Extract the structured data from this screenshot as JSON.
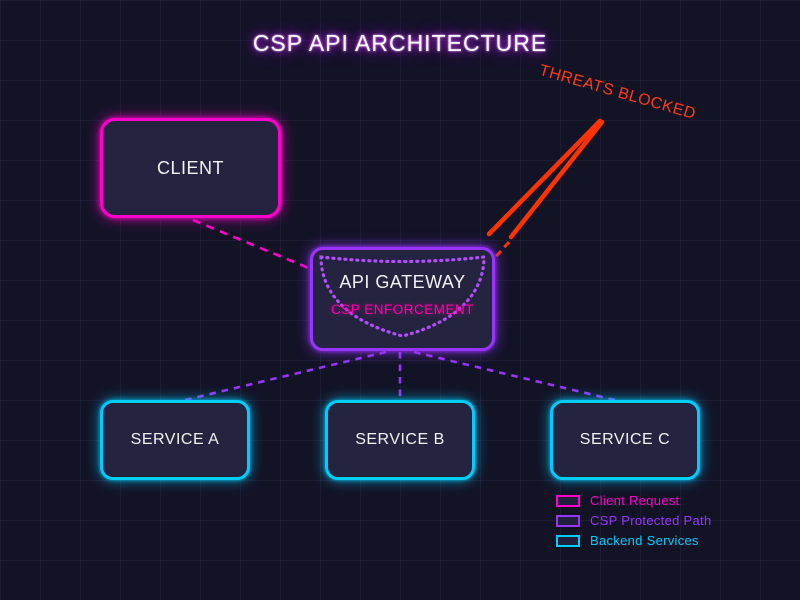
{
  "title": "CSP API ARCHITECTURE",
  "colors": {
    "background": "#131326",
    "grid_line": "#1e1e38",
    "node_fill": "#242440",
    "client_accent": "#ff00cc",
    "gateway_accent": "#9933ff",
    "service_accent": "#00ccff",
    "threat_accent": "#ff3300",
    "node_text": "#f2f2f2",
    "gateway_subtext": "#ff00aa"
  },
  "nodes": {
    "client": {
      "label": "CLIENT"
    },
    "gateway": {
      "label": "API GATEWAY",
      "sublabel": "CSP ENFORCEMENT"
    },
    "service_a": {
      "label": "SERVICE A"
    },
    "service_b": {
      "label": "SERVICE B"
    },
    "service_c": {
      "label": "SERVICE C"
    }
  },
  "edges": [
    {
      "from": "client",
      "to": "gateway",
      "style": "dashed",
      "color": "#ff00cc"
    },
    {
      "from": "gateway",
      "to": "service_a",
      "style": "dashed",
      "color": "#9933ff"
    },
    {
      "from": "gateway",
      "to": "service_b",
      "style": "dashed",
      "color": "#9933ff"
    },
    {
      "from": "gateway",
      "to": "service_c",
      "style": "dashed",
      "color": "#9933ff"
    }
  ],
  "threat": {
    "label": "THREATS BLOCKED",
    "color": "#ff3300"
  },
  "legend": {
    "items": [
      {
        "label": "Client Request",
        "color": "#ff00cc"
      },
      {
        "label": "CSP Protected Path",
        "color": "#9933ff"
      },
      {
        "label": "Backend Services",
        "color": "#00ccff"
      }
    ]
  }
}
